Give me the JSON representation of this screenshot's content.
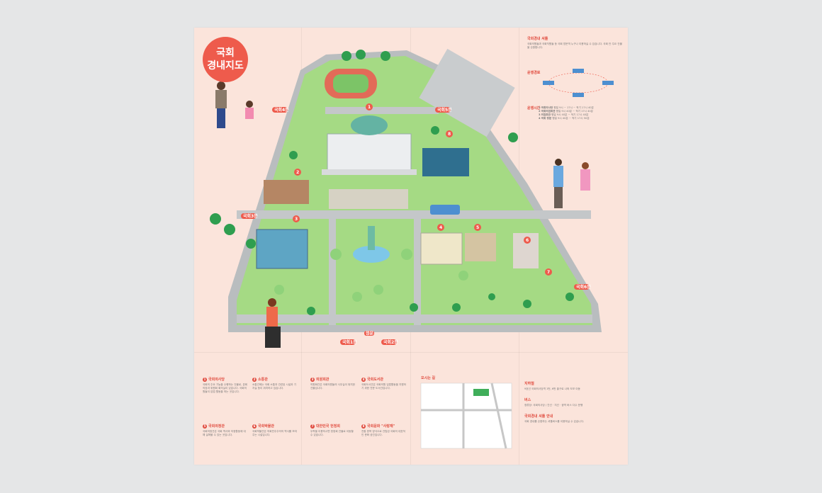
{
  "map": {
    "title_line1": "국회",
    "title_line2": "경내지도",
    "gate_labels": [
      "국회4문",
      "국회3문",
      "국회5문",
      "국회1문",
      "국회2문",
      "국회6문"
    ],
    "center_label": "정문",
    "pins": [
      "1",
      "2",
      "3",
      "4",
      "5",
      "6",
      "7",
      "8"
    ]
  },
  "right_panel": {
    "shuttle_title": "국회경내 셔틀",
    "shuttle_desc": "국회의원들과 국회직원들 등 국회 방문객 누구나 이용하실 수 있습니다. 국회 안 주요 건물을 순환합니다.",
    "route_label": "운행경로",
    "times_label": "운행시간",
    "stops": [
      {
        "num": "1",
        "name": "국회의사당",
        "desc": "평일 9시 ~ 17시 ~ 적기 17시 40분"
      },
      {
        "num": "2",
        "name": "국회의원회관",
        "desc": "평일 9시 40분 ~ 적기 17시 40분"
      },
      {
        "num": "3",
        "name": "의원회관",
        "desc": "평일 9시 40분 ~ 적기 17시 40분"
      },
      {
        "num": "4",
        "name": "국회 정문",
        "desc": "평일 9시 40분 ~ 적기 17시 50분"
      }
    ]
  },
  "bottom": {
    "sections": [
      {
        "num": "1",
        "title": "국회의사당",
        "text": "국회의 주요 기능을 수행하는 건물로, 본회의장과 위원회 회의실이 있습니다. 국회의원들이 입법 활동을 하는 곳입니다."
      },
      {
        "num": "2",
        "title": "소통관",
        "text": "소통관에는 국회 소통과 관련된 시설과 기자실 등이 위치하고 있습니다."
      },
      {
        "num": "3",
        "title": "의원회관",
        "text": "의원회관은 국회의원들의 사무실이 위치한 건물입니다."
      },
      {
        "num": "4",
        "title": "국회도서관",
        "text": "국회도서관은 국회의원 입법활동을 지원하기 위한 전문 도서관입니다."
      },
      {
        "num": "5",
        "title": "국회의정관",
        "text": "국회의정관은 국회 역사와 의정활동에 대해 살펴볼 수 있는 곳입니다."
      },
      {
        "num": "6",
        "title": "국회박물관",
        "text": "국회박물관은 의회민주주의의 역사를 보여주는 시설입니다."
      },
      {
        "num": "7",
        "title": "대한민국 헌정회",
        "text": "우측을 이용하시면 헌정회 건물로 이동할 수 있습니다."
      },
      {
        "num": "8",
        "title": "국회문화 \"사랑재\"",
        "text": "전통 한옥 양식으로 건립된 국회의 대표적인 문화 공간입니다."
      }
    ],
    "directions_title": "오시는 길",
    "transport": [
      {
        "label": "지하철",
        "text": "9호선 국회의사당역 1번, 6번 출구로 나와 도보 이동"
      },
      {
        "label": "버스",
        "text": "정류장: 국회의사당 / 간선 · 지선 · 광역 버스 다수 운행"
      },
      {
        "label": "국회경내 셔틀 안내",
        "text": "국회 경내를 순환하는 셔틀버스를 이용하실 수 있습니다."
      }
    ]
  },
  "colors": {
    "background": "#fbe4db",
    "accent": "#ee5b4c",
    "grass": "#9fd77f",
    "road": "#b9bdbf",
    "tree": "#3fae5a"
  }
}
